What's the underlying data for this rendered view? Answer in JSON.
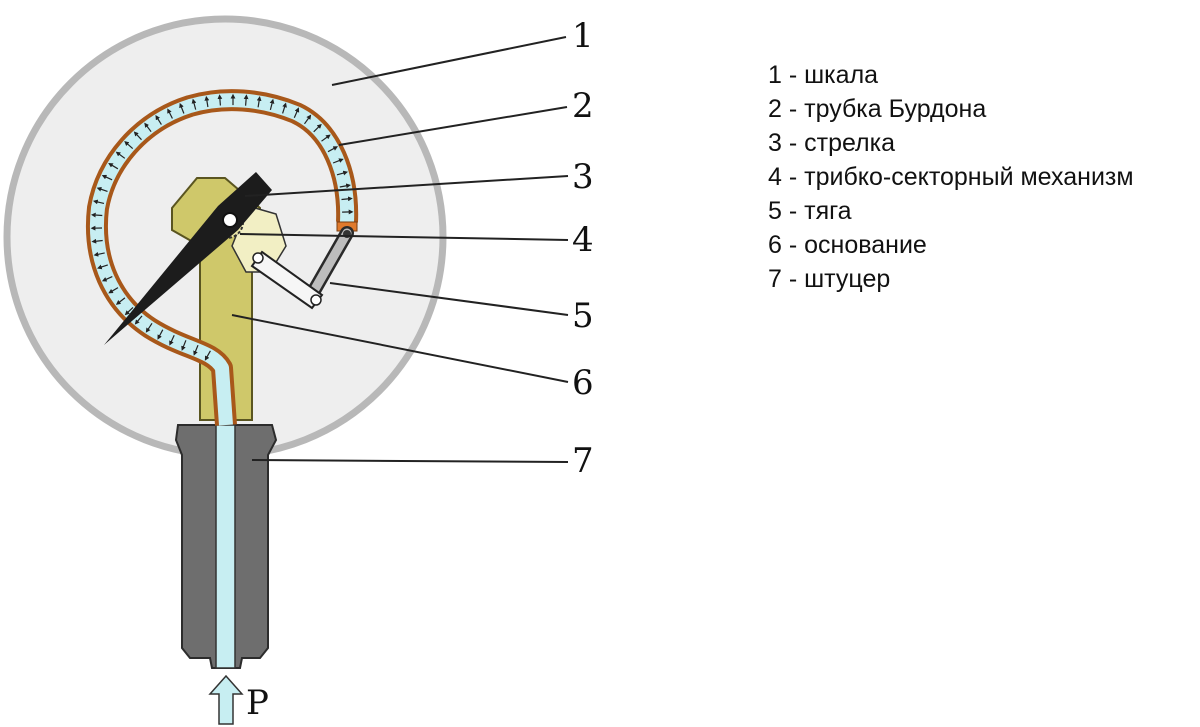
{
  "diagram": {
    "callouts": [
      {
        "number": "1"
      },
      {
        "number": "2"
      },
      {
        "number": "3"
      },
      {
        "number": "4"
      },
      {
        "number": "5"
      },
      {
        "number": "6"
      },
      {
        "number": "7"
      }
    ],
    "pressure_label": "P"
  },
  "legend": {
    "items": [
      {
        "text": "1 - шкала"
      },
      {
        "text": "2 - трубка Бурдона"
      },
      {
        "text": "3 - стрелка"
      },
      {
        "text": "4 - трибко-секторный механизм"
      },
      {
        "text": "5 - тяга"
      },
      {
        "text": "6 - основание"
      },
      {
        "text": "7 - штуцер"
      }
    ]
  },
  "colors": {
    "dial_fill": "#eeeeee",
    "dial_rim": "#b8b8b8",
    "tube_outer": "#a8581a",
    "tube_inner": "#c7eef2",
    "base": "#cfc86a",
    "fitting": "#6e6e6e",
    "needle": "#1c1c1c",
    "sector": "#f2efc4",
    "rod": "#6b6b6b",
    "tube_tip": "#e07a2c"
  }
}
